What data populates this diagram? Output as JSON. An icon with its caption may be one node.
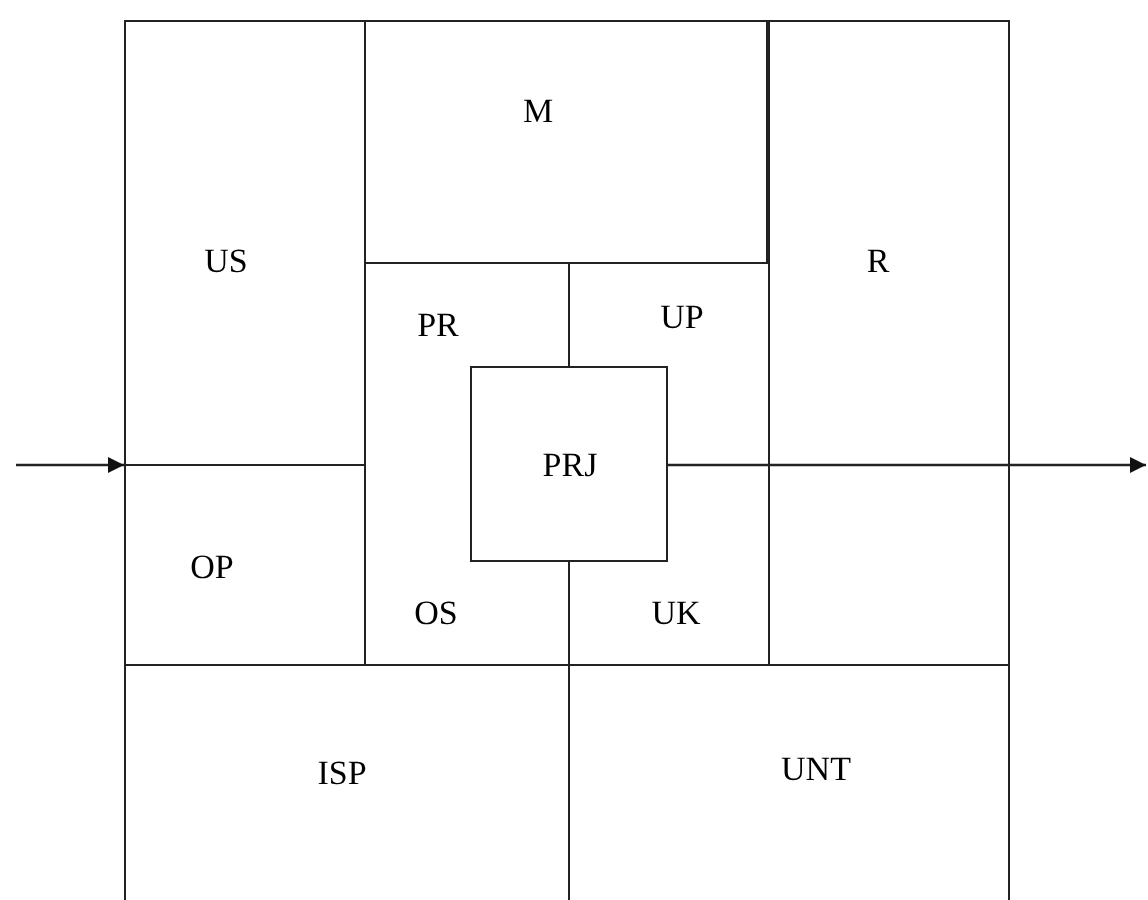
{
  "diagram": {
    "nodes": [
      {
        "text": [
          "M"
        ]
      },
      {
        "text": [
          "US"
        ]
      },
      {
        "text": [
          "R"
        ]
      },
      {
        "text": [
          "PR"
        ]
      },
      {
        "text": [
          "UP"
        ]
      },
      {
        "text": [
          "PRJ"
        ]
      },
      {
        "text": [
          "OP"
        ]
      },
      {
        "text": [
          "OS"
        ]
      },
      {
        "text": [
          "UK"
        ]
      },
      {
        "text": [
          "ISP"
        ]
      },
      {
        "text": [
          "UNT"
        ]
      }
    ],
    "edges": [
      {
        "from": null,
        "to": 1,
        "arrow": "to"
      },
      {
        "from": 5,
        "to": null,
        "arrow": "to"
      }
    ]
  }
}
